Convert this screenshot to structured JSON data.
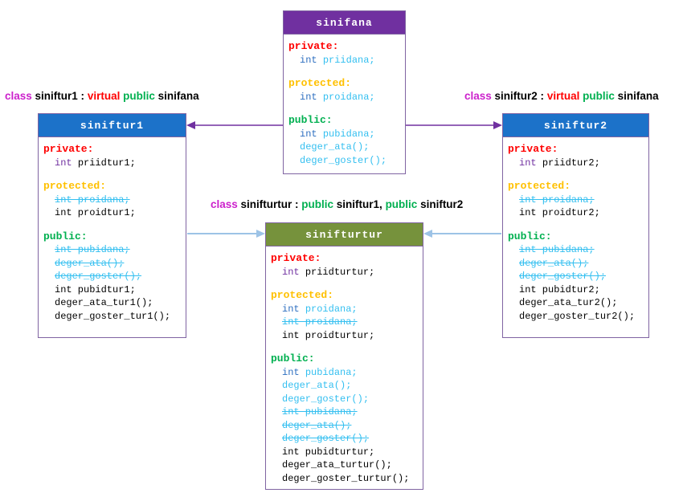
{
  "colors": {
    "header_purple": "#7030A0",
    "header_blue": "#1C72C9",
    "header_olive": "#76923C",
    "box_border": "#8064A2",
    "arrow_purple": "#7030A0",
    "arrow_blue": "#9DC3E6",
    "kw_class": "#CC22CC",
    "kw_virtual": "#FF0000",
    "kw_public": "#00B050",
    "sec_private": "#FF0000",
    "sec_protected": "#FFC000",
    "sec_public": "#00B050",
    "member_blue": "#33BFF0",
    "int_blue": "#2E6FC0",
    "int_purple": "#7030A0"
  },
  "declarations": [
    {
      "id": "siniftur1",
      "tokens": [
        {
          "kind": "class",
          "text": "class "
        },
        {
          "kind": "plain",
          "text": "siniftur1 : "
        },
        {
          "kind": "virtual",
          "text": "virtual "
        },
        {
          "kind": "public",
          "text": "public "
        },
        {
          "kind": "plain",
          "text": "sinifana"
        }
      ]
    },
    {
      "id": "siniftur2",
      "tokens": [
        {
          "kind": "class",
          "text": "class "
        },
        {
          "kind": "plain",
          "text": "siniftur2 : "
        },
        {
          "kind": "virtual",
          "text": "virtual "
        },
        {
          "kind": "public",
          "text": "public "
        },
        {
          "kind": "plain",
          "text": "sinifana"
        }
      ]
    },
    {
      "id": "sinifturtur",
      "tokens": [
        {
          "kind": "class",
          "text": "class "
        },
        {
          "kind": "plain",
          "text": "sinifturtur : "
        },
        {
          "kind": "public",
          "text": "public "
        },
        {
          "kind": "plain",
          "text": "siniftur1, "
        },
        {
          "kind": "public",
          "text": "public "
        },
        {
          "kind": "plain",
          "text": "siniftur2"
        }
      ]
    }
  ],
  "classes": [
    {
      "id": "sinifana",
      "title": "sinifana",
      "header": "purple",
      "sections": [
        {
          "label": "private:",
          "kind": "private",
          "members": [
            {
              "kw": "int ",
              "text": "priidana;",
              "style": "base"
            }
          ]
        },
        {
          "label": "protected:",
          "kind": "protected",
          "members": [
            {
              "kw": "int ",
              "text": "proidana;",
              "style": "base"
            }
          ]
        },
        {
          "label": "public:",
          "kind": "public",
          "members": [
            {
              "kw": "int ",
              "text": "pubidana;",
              "style": "base"
            },
            {
              "kw": "",
              "text": "deger_ata();",
              "style": "base"
            },
            {
              "kw": "",
              "text": "deger_goster();",
              "style": "base"
            }
          ]
        }
      ]
    },
    {
      "id": "siniftur1",
      "title": "siniftur1",
      "header": "blue",
      "sections": [
        {
          "label": "private:",
          "kind": "private",
          "members": [
            {
              "kw": "int ",
              "text": "priidtur1;",
              "style": "own_priv"
            }
          ]
        },
        {
          "label": "protected:",
          "kind": "protected",
          "members": [
            {
              "kw": "",
              "text": "int proidana;",
              "style": "struck"
            },
            {
              "kw": "",
              "text": "int proidtur1;",
              "style": "own"
            }
          ]
        },
        {
          "label": "public:",
          "kind": "public",
          "members": [
            {
              "kw": "",
              "text": "int pubidana;",
              "style": "struck"
            },
            {
              "kw": "",
              "text": "deger_ata();",
              "style": "struck"
            },
            {
              "kw": "",
              "text": "deger_goster();",
              "style": "struck"
            },
            {
              "kw": "",
              "text": "int pubidtur1;",
              "style": "own"
            },
            {
              "kw": "",
              "text": "deger_ata_tur1();",
              "style": "own"
            },
            {
              "kw": "",
              "text": "deger_goster_tur1();",
              "style": "own"
            }
          ]
        }
      ]
    },
    {
      "id": "siniftur2",
      "title": "siniftur2",
      "header": "blue",
      "sections": [
        {
          "label": "private:",
          "kind": "private",
          "members": [
            {
              "kw": "int ",
              "text": "priidtur2;",
              "style": "own_priv"
            }
          ]
        },
        {
          "label": "protected:",
          "kind": "protected",
          "members": [
            {
              "kw": "",
              "text": "int proidana;",
              "style": "struck"
            },
            {
              "kw": "",
              "text": "int proidtur2;",
              "style": "own"
            }
          ]
        },
        {
          "label": "public:",
          "kind": "public",
          "members": [
            {
              "kw": "",
              "text": "int pubidana;",
              "style": "struck"
            },
            {
              "kw": "",
              "text": "deger_ata();",
              "style": "struck"
            },
            {
              "kw": "",
              "text": "deger_goster();",
              "style": "struck"
            },
            {
              "kw": "",
              "text": "int pubidtur2;",
              "style": "own"
            },
            {
              "kw": "",
              "text": "deger_ata_tur2();",
              "style": "own"
            },
            {
              "kw": "",
              "text": "deger_goster_tur2();",
              "style": "own"
            }
          ]
        }
      ]
    },
    {
      "id": "sinifturtur",
      "title": "sinifturtur",
      "header": "olive",
      "sections": [
        {
          "label": "private:",
          "kind": "private",
          "members": [
            {
              "kw": "int ",
              "text": "priidturtur;",
              "style": "own_priv"
            }
          ]
        },
        {
          "label": "protected:",
          "kind": "protected",
          "members": [
            {
              "kw": "int ",
              "text": "proidana;",
              "style": "base"
            },
            {
              "kw": "",
              "text": "int proidana;",
              "style": "struck"
            },
            {
              "kw": "",
              "text": "int proidturtur;",
              "style": "own"
            }
          ]
        },
        {
          "label": "public:",
          "kind": "public",
          "members": [
            {
              "kw": "int ",
              "text": "pubidana;",
              "style": "base"
            },
            {
              "kw": "",
              "text": "deger_ata();",
              "style": "base"
            },
            {
              "kw": "",
              "text": "deger_goster();",
              "style": "base"
            },
            {
              "kw": "",
              "text": "int pubidana;",
              "style": "struck"
            },
            {
              "kw": "",
              "text": "deger_ata();",
              "style": "struck"
            },
            {
              "kw": "",
              "text": "deger_goster();",
              "style": "struck"
            },
            {
              "kw": "",
              "text": "int pubidturtur;",
              "style": "own"
            },
            {
              "kw": "",
              "text": "deger_ata_turtur();",
              "style": "own"
            },
            {
              "kw": "",
              "text": "deger_goster_turtur();",
              "style": "own"
            }
          ]
        }
      ]
    }
  ]
}
